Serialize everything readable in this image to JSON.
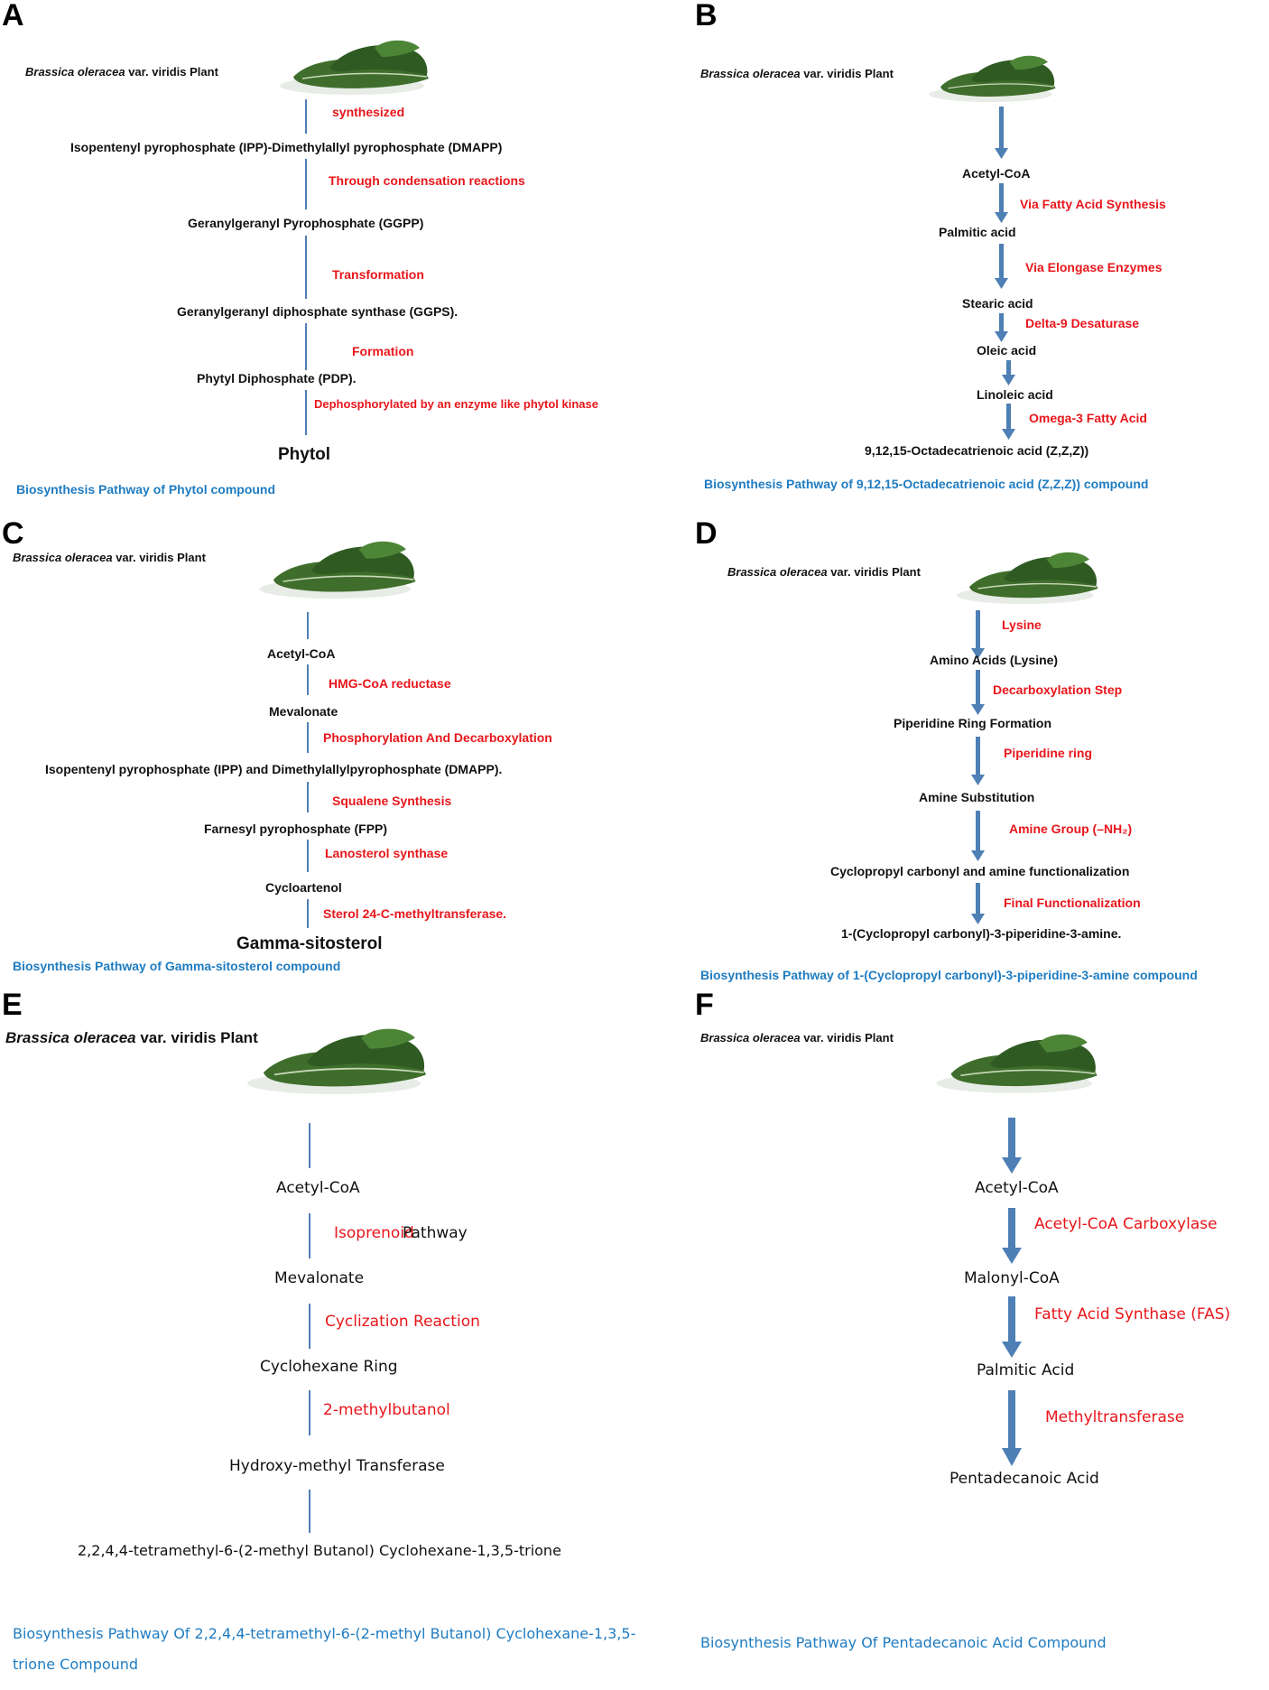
{
  "plant": {
    "species": "Brassica oleracea",
    "rest": " var. viridis Plant"
  },
  "panels": {
    "A": {
      "letter": "A",
      "nodes": [
        "Isopentenyl pyrophosphate (IPP)-Dimethylallyl pyrophosphate (DMAPP)",
        "Geranylgeranyl Pyrophosphate (GGPP)",
        "Geranylgeranyl diphosphate synthase (GGPS).",
        "Phytyl Diphosphate (PDP).",
        "Phytol"
      ],
      "steps": [
        "synthesized",
        "Through condensation reactions",
        "Transformation",
        "Formation",
        "Dephosphorylated by an enzyme like phytol kinase"
      ],
      "caption": "Biosynthesis Pathway of Phytol compound"
    },
    "B": {
      "letter": "B",
      "nodes": [
        "Acetyl-CoA",
        "Palmitic acid",
        "Stearic acid",
        "Oleic acid",
        "Linoleic acid",
        "9,12,15-Octadecatrienoic acid (Z,Z,Z))"
      ],
      "steps": [
        "Via Fatty Acid Synthesis",
        "Via Elongase Enzymes",
        "Delta-9 Desaturase",
        "Omega-3 Fatty Acid"
      ],
      "caption": "Biosynthesis Pathway of 9,12,15-Octadecatrienoic acid (Z,Z,Z)) compound"
    },
    "C": {
      "letter": "C",
      "nodes": [
        "Acetyl-CoA",
        "Mevalonate",
        "Isopentenyl pyrophosphate (IPP) and Dimethylallylpyrophosphate (DMAPP).",
        "Farnesyl pyrophosphate (FPP)",
        "Cycloartenol",
        "Gamma-sitosterol"
      ],
      "steps": [
        "HMG-CoA reductase",
        "Phosphorylation And Decarboxylation",
        "Squalene Synthesis",
        "Lanosterol synthase",
        "Sterol 24-C-methyltransferase."
      ],
      "caption": "Biosynthesis Pathway of Gamma-sitosterol compound"
    },
    "D": {
      "letter": "D",
      "nodes": [
        "Amino Acids (Lysine)",
        "Piperidine Ring Formation",
        "Amine Substitution",
        "Cyclopropyl carbonyl and amine functionalization",
        "1-(Cyclopropyl carbonyl)-3-piperidine-3-amine."
      ],
      "steps": [
        "Lysine",
        "Decarboxylation Step",
        "Piperidine ring",
        "Amine Group (–NH₂)",
        "Final Functionalization"
      ],
      "caption": "Biosynthesis Pathway of 1-(Cyclopropyl carbonyl)-3-piperidine-3-amine compound"
    },
    "E": {
      "letter": "E",
      "nodes": [
        "Acetyl-CoA",
        "Mevalonate",
        "Cyclohexane Ring",
        "Hydroxy-methyl Transferase",
        "2,2,4,4-tetramethyl-6-(2-methyl Butanol) Cyclohexane-1,3,5-trione"
      ],
      "steps": [
        "Isoprenoid",
        "Pathway",
        "Cyclization Reaction",
        "2-methylbutanol"
      ],
      "caption_line1": "Biosynthesis Pathway Of 2,2,4,4-tetramethyl-6-(2-methyl Butanol) Cyclohexane-1,3,5-",
      "caption_line2": "trione Compound"
    },
    "F": {
      "letter": "F",
      "nodes": [
        "Acetyl-CoA",
        "Malonyl-CoA",
        "Palmitic Acid",
        "Pentadecanoic Acid"
      ],
      "steps": [
        "Acetyl-CoA Carboxylase",
        "Fatty Acid Synthase (FAS)",
        "Methyltransferase"
      ],
      "caption": "Biosynthesis Pathway Of Pentadecanoic Acid Compound"
    }
  },
  "colors": {
    "node": "#111111",
    "step": "#e8161b",
    "caption": "#1f7cc1",
    "arrow": "#4e7fb5"
  }
}
